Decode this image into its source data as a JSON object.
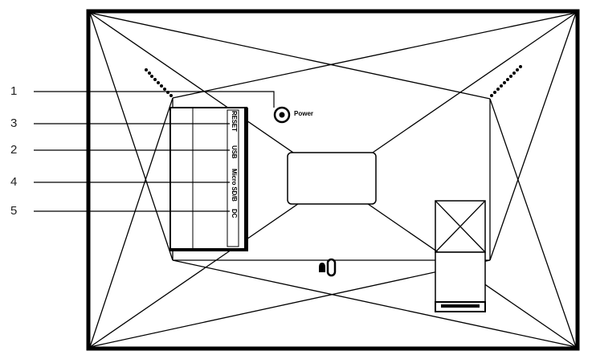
{
  "callouts": [
    {
      "number": "1"
    },
    {
      "number": "3"
    },
    {
      "number": "2"
    },
    {
      "number": "4"
    },
    {
      "number": "5"
    }
  ],
  "ports": {
    "reset": "RESET",
    "usb": "USB",
    "micro_sd": "Micro SD/B",
    "dc": "DC"
  },
  "power_label": "Power"
}
